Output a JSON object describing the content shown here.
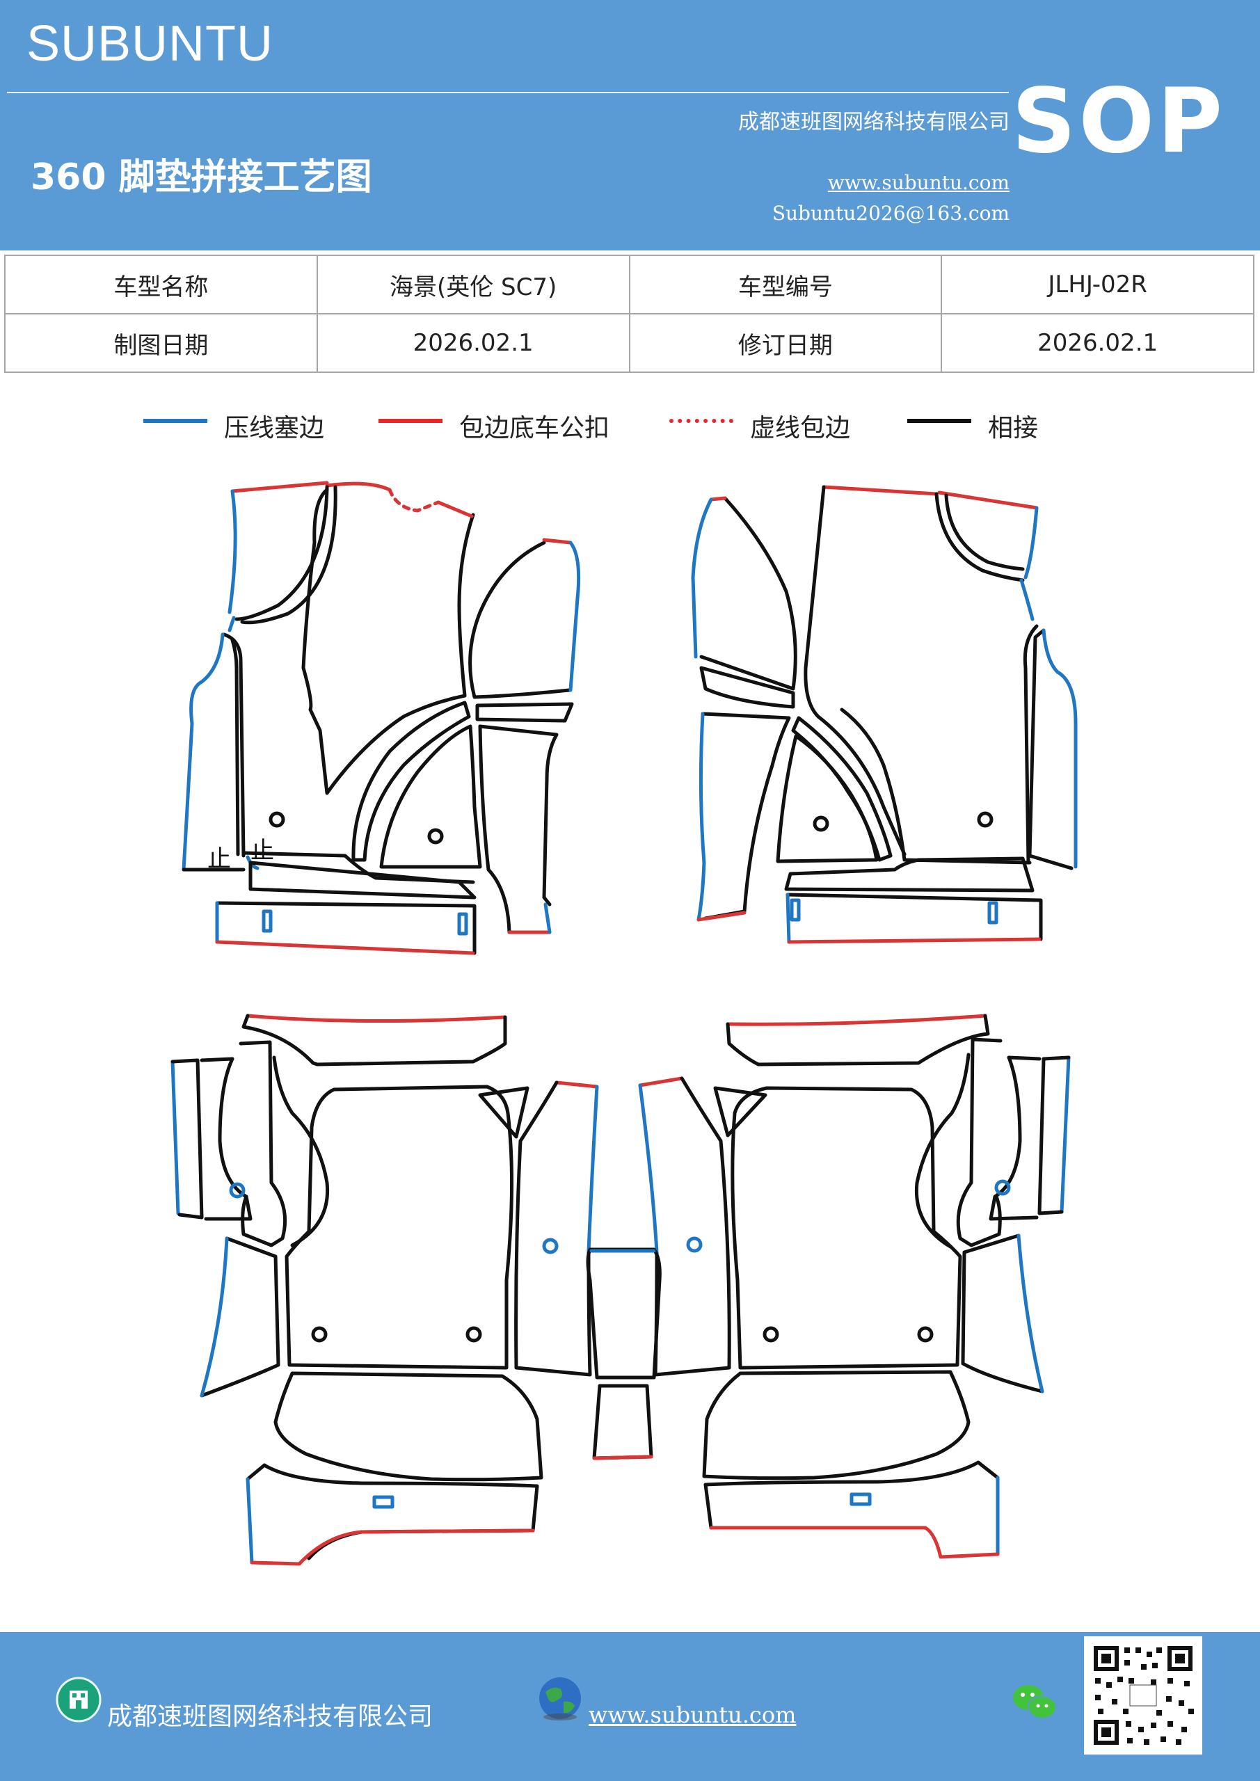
{
  "header": {
    "brand": "SUBUNTU",
    "title": "360 脚垫拼接工艺图",
    "company": "成都速班图网络科技有限公司",
    "url": "www.subuntu.com",
    "email": "Subuntu2026@163.com",
    "badge": "SOP"
  },
  "info_table": {
    "rows": [
      [
        "车型名称",
        "海景(英伦 SC7)",
        "车型编号",
        "JLHJ-02R"
      ],
      [
        "制图日期",
        "2026.02.1",
        "修订日期",
        "2026.02.1"
      ]
    ]
  },
  "legend": [
    {
      "label": "压线塞边",
      "color": "#1f77c4",
      "style": "solid"
    },
    {
      "label": "包边底车公扣",
      "color": "#e8262a",
      "style": "solid"
    },
    {
      "label": "虚线包边",
      "color": "#e8262a",
      "style": "dotted"
    },
    {
      "label": "相接",
      "color": "#111111",
      "style": "solid"
    }
  ],
  "colors": {
    "header_bg": "#5b9bd5",
    "blue_line": "#1f77c4",
    "red_line": "#d93535",
    "black_line": "#111111"
  },
  "footer": {
    "company": "成都速班图网络科技有限公司",
    "url": "www.subuntu.com",
    "icons": [
      "building-icon",
      "globe-icon",
      "wechat-icon",
      "qr-code"
    ]
  }
}
